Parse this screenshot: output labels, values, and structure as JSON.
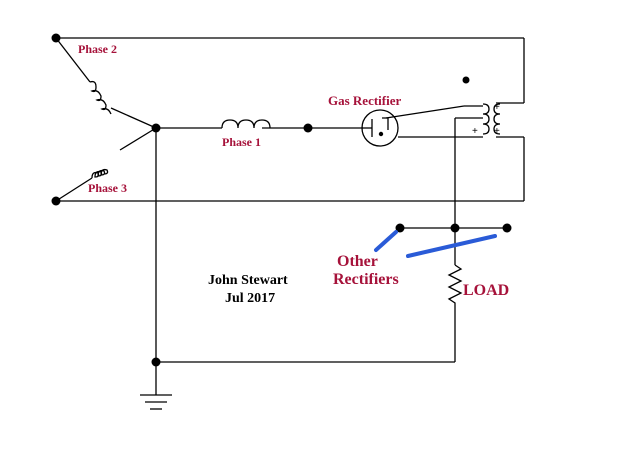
{
  "labels": {
    "phase2": "Phase 2",
    "phase1": "Phase 1",
    "phase3": "Phase 3",
    "gas_rectifier": "Gas Rectifier",
    "other_line1": "Other",
    "other_line2": "Rectifiers",
    "load": "LOAD",
    "author": "John Stewart",
    "date": "Jul 2017",
    "plus_top": "+",
    "plus_right": "+",
    "plus_inner": "+"
  },
  "colors": {
    "label_red": "#a6123a",
    "pointer_blue": "#2a5bd7",
    "wire": "#000000"
  }
}
